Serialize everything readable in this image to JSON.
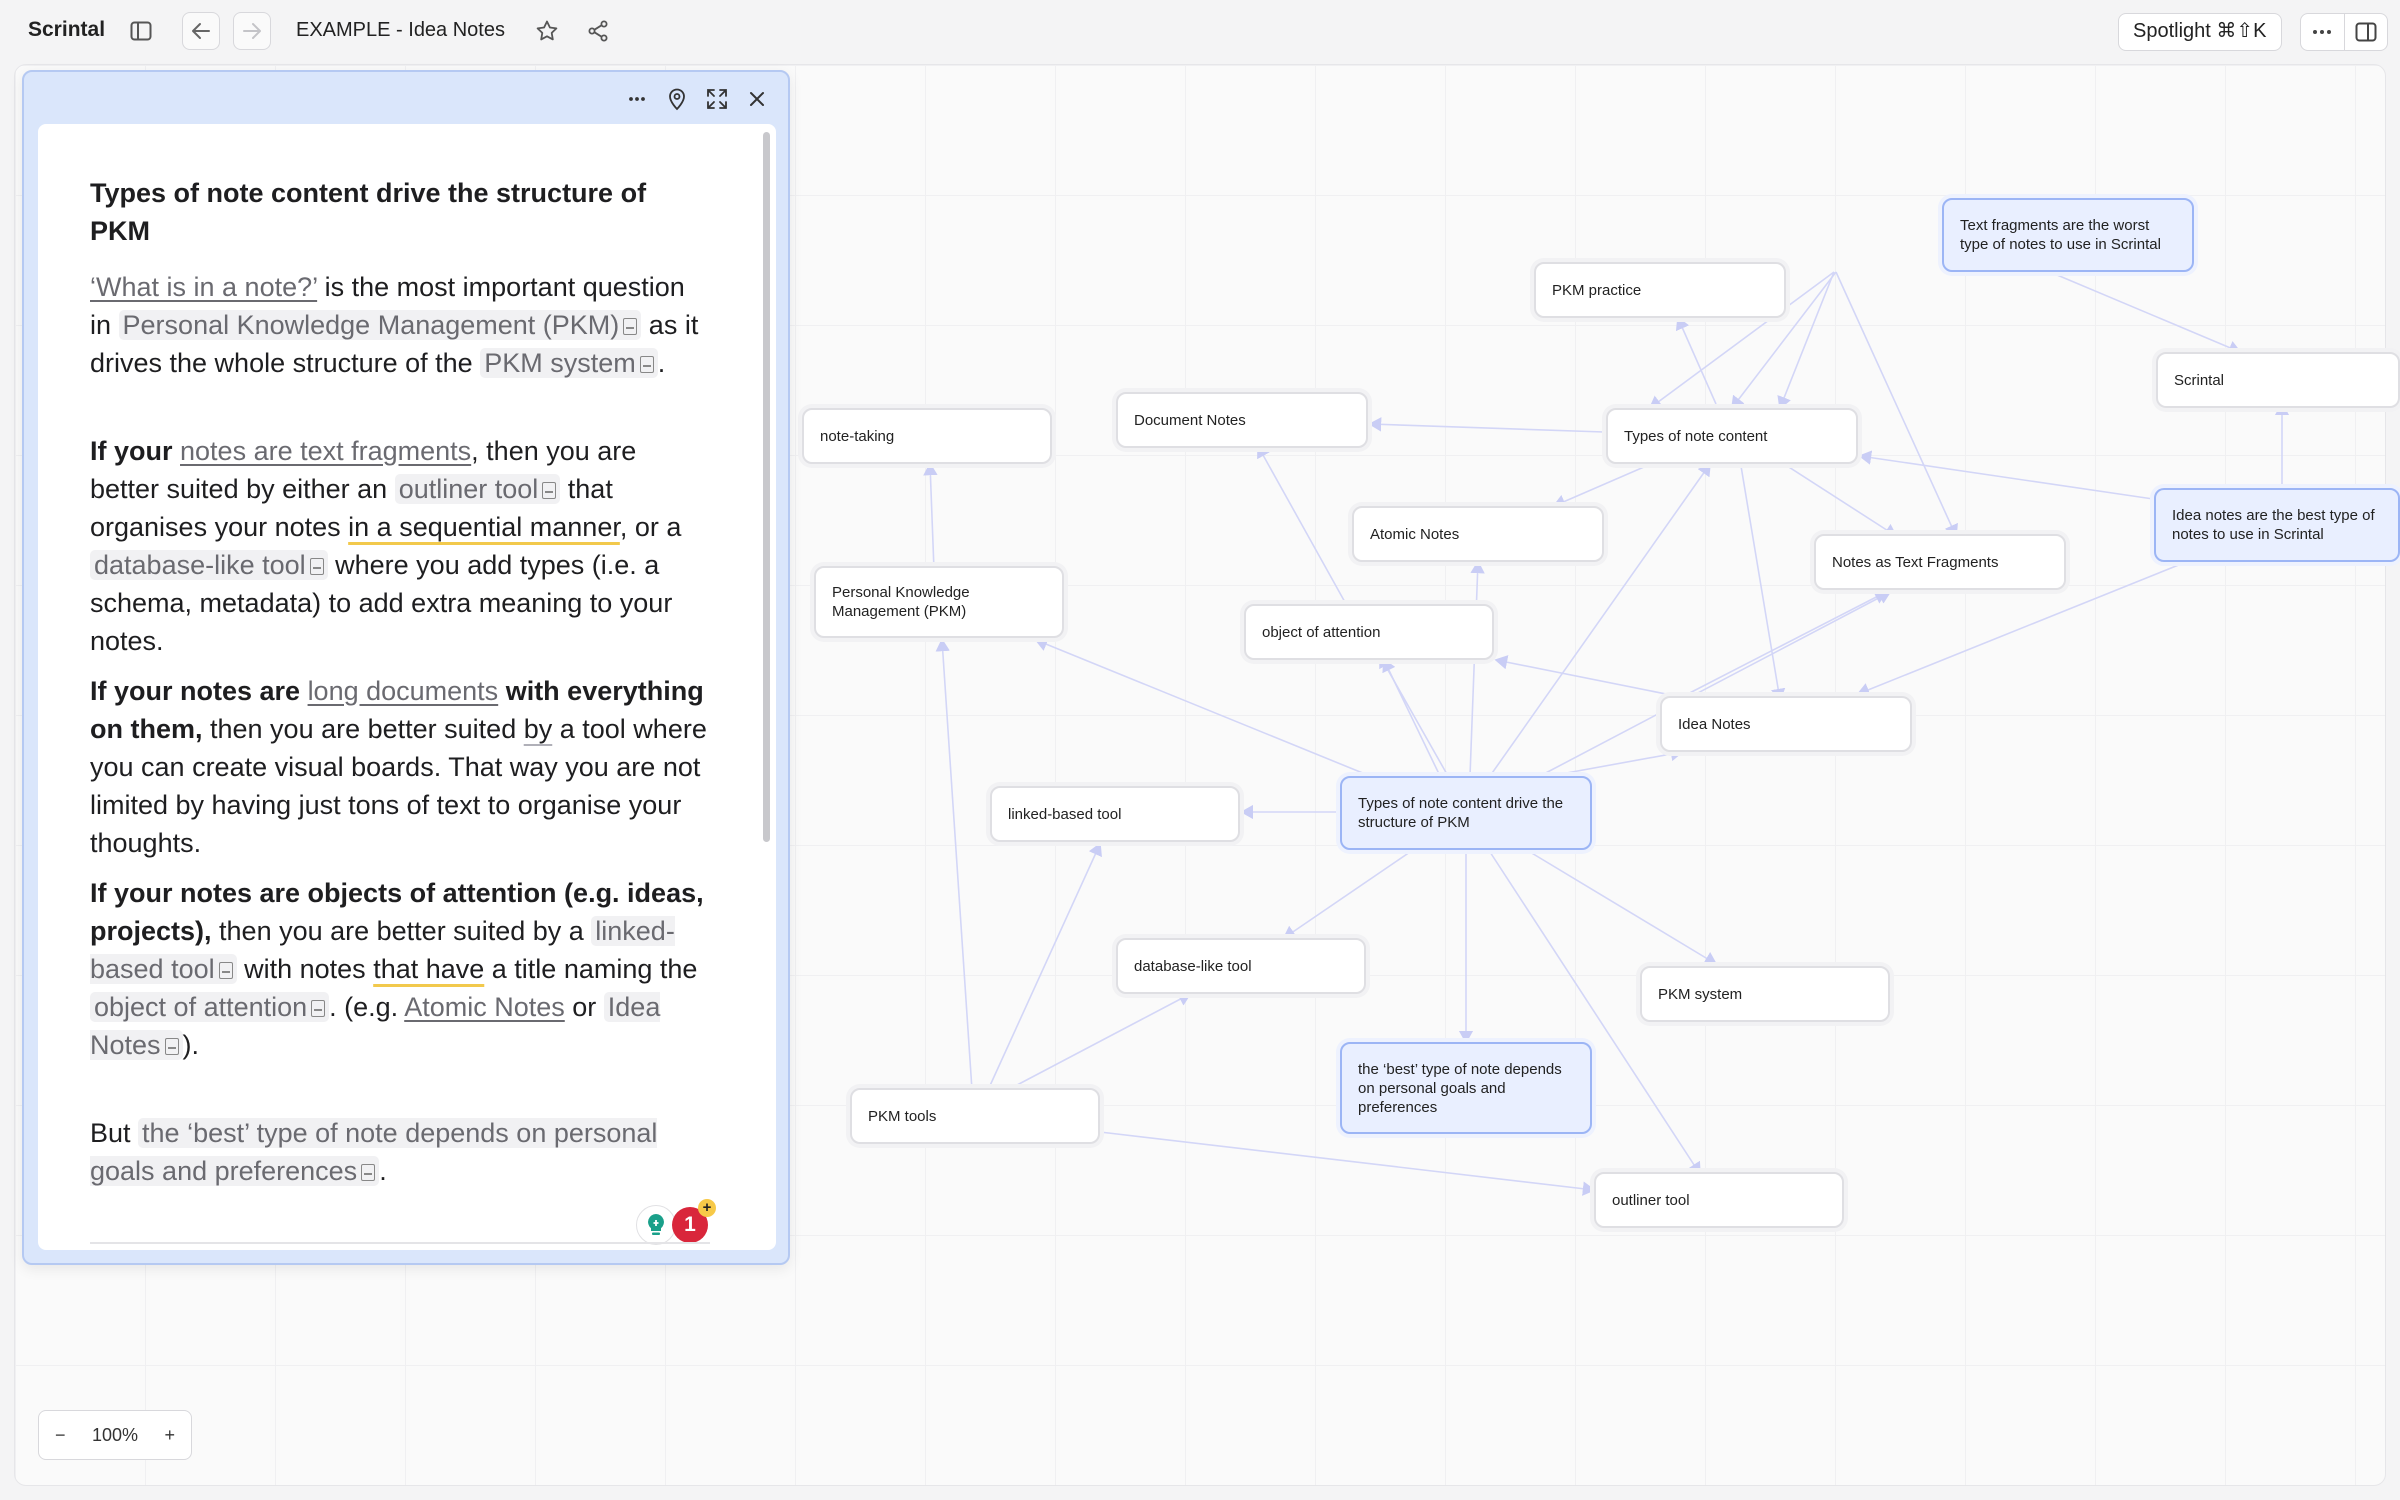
{
  "app": {
    "name": "Scrintal"
  },
  "topbar": {
    "doc_title": "EXAMPLE - Idea Notes",
    "spotlight_label": "Spotlight ⌘⇧K",
    "icons": [
      "sidebar-toggle-icon",
      "back-arrow-icon",
      "forward-arrow-icon",
      "star-icon",
      "share-icon",
      "more-icon",
      "split-view-icon"
    ]
  },
  "panel": {
    "toolbar_icons": [
      "more-icon",
      "pin-icon",
      "expand-icon",
      "close-icon"
    ],
    "title": "Types of note content drive the structure of PKM",
    "p1": {
      "link": "‘What is in a note?’",
      "t1": " is the most important question in ",
      "ref1": "Personal Knowledge Management (PKM)",
      "t2": " as it drives the whole structure of the ",
      "ref2": "PKM system",
      "t3": "."
    },
    "p2": {
      "b1": "If your ",
      "link": "notes are text fragments",
      "t1": ", then you are better suited by either an ",
      "ref1": "outliner tool",
      "t2": " that organises your notes ",
      "u1": "in a sequential manner",
      "t3": ", or a ",
      "ref2": "database-like tool",
      "t4": " where you add types (i.e. a schema, metadata) to add extra meaning to your notes."
    },
    "p3": {
      "b1": "If your notes are ",
      "link": "long documents",
      "b2": " with everything on them,",
      "t1": " then you are better suited ",
      "u1": "by",
      "t2": " a tool where you can create visual boards. That way you are not limited by having just tons of text to organise your thoughts."
    },
    "p4": {
      "b1": "If your notes are objects of attention (e.g. ideas, projects),",
      "t1": " then you are better suited by a ",
      "ref1": "linked-based tool",
      "t2": " with notes ",
      "u1": "that have",
      "t3": " a title naming the ",
      "ref2": "object of attention",
      "t4": ". (e.g. ",
      "link": "Atomic Notes",
      "t5": " or ",
      "ref3": "Idea Notes",
      "t6": ")."
    },
    "p5": {
      "t1": "But ",
      "ref1": "the ‘best’ type of note depends on personal goals and preferences",
      "t2": "."
    },
    "badge_count": "1",
    "badge_plus": "+"
  },
  "zoom": {
    "minus": "−",
    "level": "100%",
    "plus": "+"
  },
  "nodes": {
    "text_fragments_worst": "Text fragments are the worst type of notes to use in Scrintal",
    "pkm_practice": "PKM practice",
    "scrintal": "Scrintal",
    "note_taking": "note-taking",
    "document_notes": "Document Notes",
    "types_of_note_content": "Types of note content",
    "atomic_notes": "Atomic Notes",
    "notes_as_text_fragments": "Notes as Text Fragments",
    "idea_notes_best": "Idea notes are the best type of notes to use in Scrintal",
    "pkm": "Personal Knowledge Management (PKM)",
    "object_of_attention": "object of attention",
    "idea_notes": "Idea Notes",
    "linked_based_tool": "linked-based tool",
    "types_drive_structure": "Types of note content drive the structure of PKM",
    "database_like_tool": "database-like tool",
    "pkm_system": "PKM system",
    "best_type_depends": "the ‘best’ type of note depends on personal goals and preferences",
    "pkm_tools": "PKM tools",
    "outliner_tool": "outliner tool"
  },
  "colors": {
    "accent_panel": "#dae6fb",
    "highlight_node": "#e9efff",
    "badge_red": "#d9263b",
    "edge": "#c9cdf5"
  }
}
